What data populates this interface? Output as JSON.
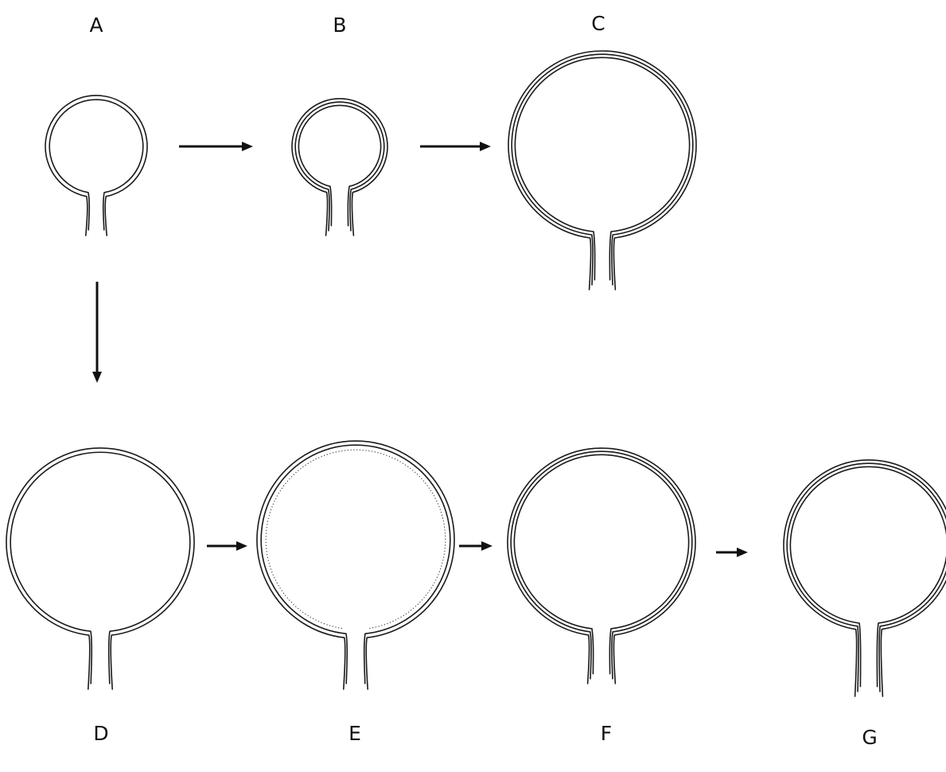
{
  "stages": [
    {
      "id": "A",
      "label": "A",
      "layers": 2,
      "dotted": false
    },
    {
      "id": "B",
      "label": "B",
      "layers": 3,
      "dotted": false
    },
    {
      "id": "C",
      "label": "C",
      "layers": 3,
      "dotted": false
    },
    {
      "id": "D",
      "label": "D",
      "layers": 2,
      "dotted": false
    },
    {
      "id": "E",
      "label": "E",
      "layers": 2,
      "dotted": true
    },
    {
      "id": "F",
      "label": "F",
      "layers": 3,
      "dotted": false
    },
    {
      "id": "G",
      "label": "G",
      "layers": 3,
      "dotted": false
    }
  ],
  "transitions": [
    {
      "from": "A",
      "to": "B"
    },
    {
      "from": "B",
      "to": "C"
    },
    {
      "from": "A",
      "to": "D"
    },
    {
      "from": "D",
      "to": "E"
    },
    {
      "from": "E",
      "to": "F"
    },
    {
      "from": "F",
      "to": "G"
    }
  ]
}
